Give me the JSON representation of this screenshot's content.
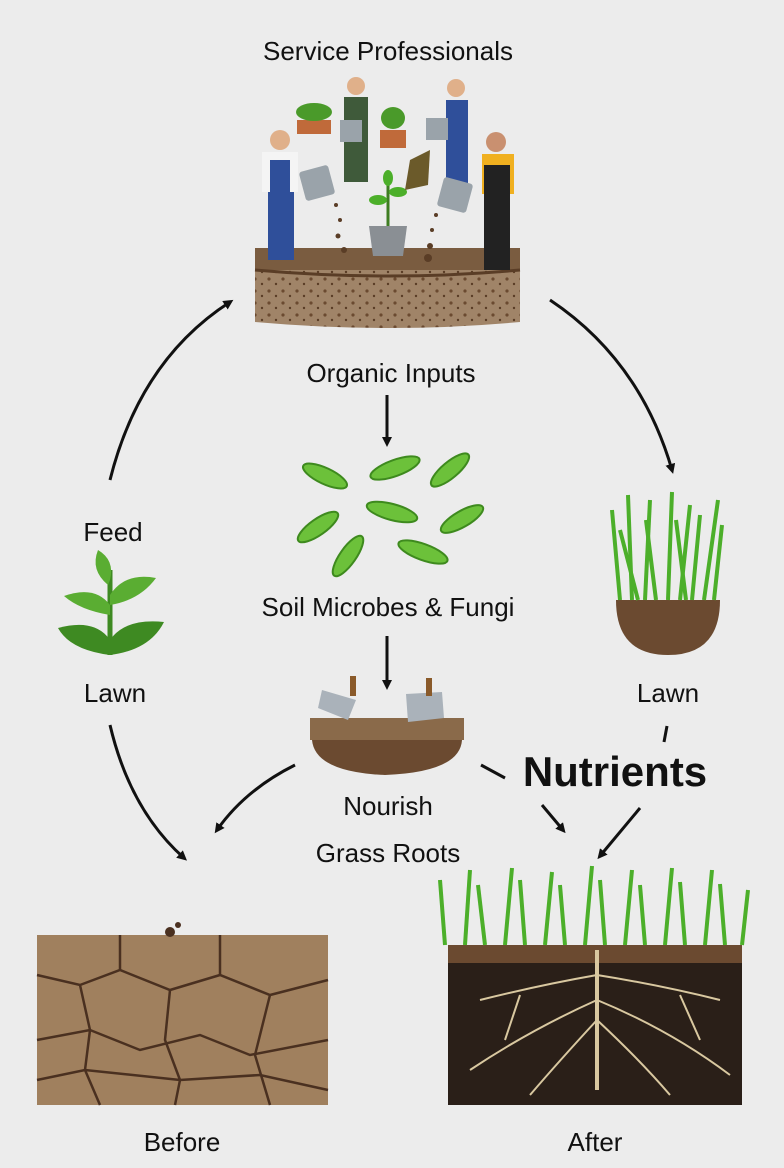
{
  "title": "Service Professionals",
  "labels": {
    "organic_inputs": "Organic Inputs",
    "soil_microbes": "Soil Microbes & Fungi",
    "nourish": "Nourish",
    "grass_roots": "Grass Roots",
    "feed": "Feed",
    "lawn_left": "Lawn",
    "lawn_right": "Lawn",
    "nutrients": "Nutrients",
    "before": "Before",
    "after": "After"
  },
  "colors": {
    "background": "#ececec",
    "grass": "#4caf2a",
    "soil": "#6b4a30",
    "microbe": "#6cc13a",
    "arrow": "#111111"
  }
}
